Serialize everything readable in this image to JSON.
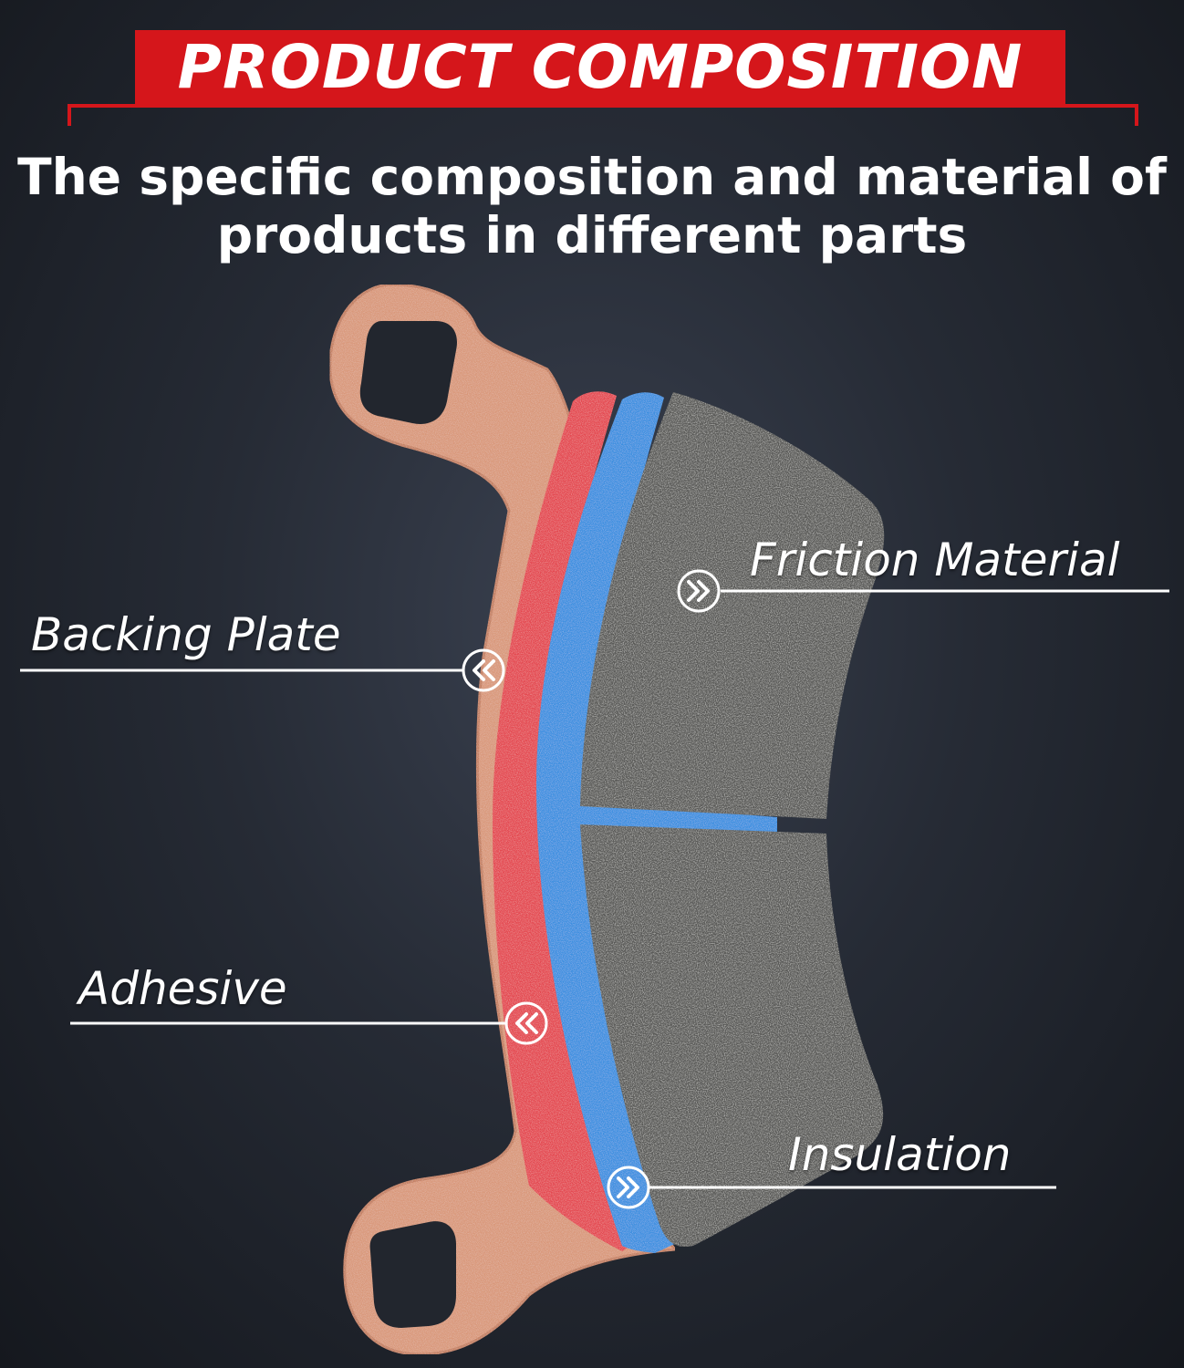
{
  "header": {
    "title": "PRODUCT COMPOSITION",
    "subtitle_line1": "The specific composition and material of",
    "subtitle_line2": "products in different parts"
  },
  "labels": {
    "friction_material": "Friction Material",
    "backing_plate": "Backing Plate",
    "adhesive": "Adhesive",
    "insulation": "Insulation"
  },
  "colors": {
    "banner_red": "#d5161b",
    "backing_plate": "#d9987a",
    "adhesive": "#e4464f",
    "insulation": "#3b8fe0",
    "friction_material": "#5a5a58"
  },
  "icons": {
    "left_pointer": "double-chevron-left-icon",
    "right_pointer": "double-chevron-right-icon"
  }
}
